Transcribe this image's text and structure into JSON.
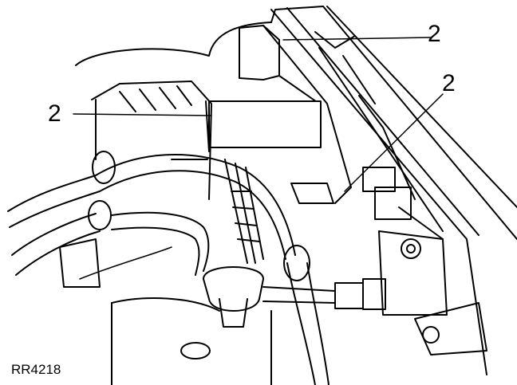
{
  "figure": {
    "reference": "RR4218",
    "callouts": [
      {
        "label": "2"
      },
      {
        "label": "2"
      },
      {
        "label": "2"
      }
    ]
  },
  "colors": {
    "ink": "#000000",
    "paper": "#ffffff"
  }
}
